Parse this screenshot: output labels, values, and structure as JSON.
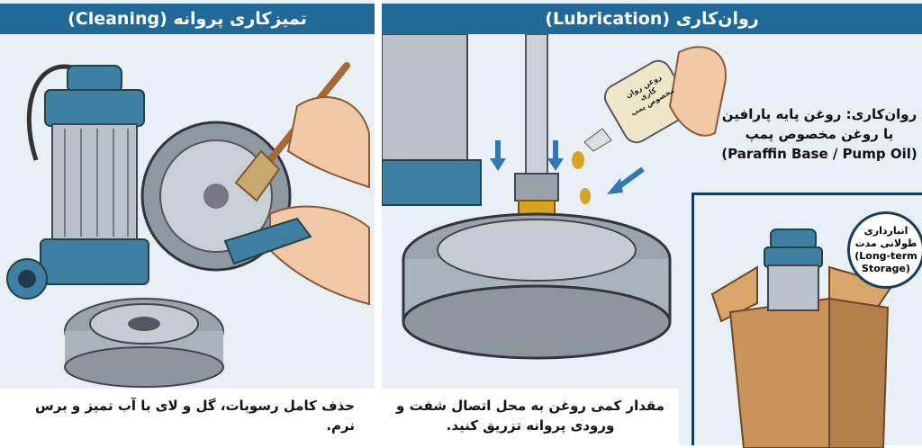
{
  "panels": {
    "cleaning": {
      "title": "تمیزکاری پروانه (Cleaning)",
      "caption": "حذف کامل رسوبات، گل و لای با آب تمیز و برس نرم."
    },
    "lubrication": {
      "title": "روان‌کاری (Lubrication)",
      "caption": "مقدار کمی روغن به محل اتصال شفت و ورودی پروانه تزریق کنید.",
      "note_fa_1": "روان‌کاری: روغن پایه پارافین",
      "note_fa_2": "یا روغن مخصوص پمپ",
      "note_en": "(Paraffin Base / Pump Oil)",
      "bottle_label": "روغن روان کاری مخصوص پمپ"
    },
    "storage": {
      "badge_fa_1": "انبارداری",
      "badge_fa_2": "طولانی مدت",
      "badge_en_1": "(Long-term",
      "badge_en_2": "Storage)"
    }
  },
  "colors": {
    "header": "#1f6a98",
    "pump_blue": "#3f7fa3",
    "metal": "#a9b3bb",
    "oil": "#d9a320",
    "box": "#c9935a",
    "frame": "#173d5a"
  }
}
